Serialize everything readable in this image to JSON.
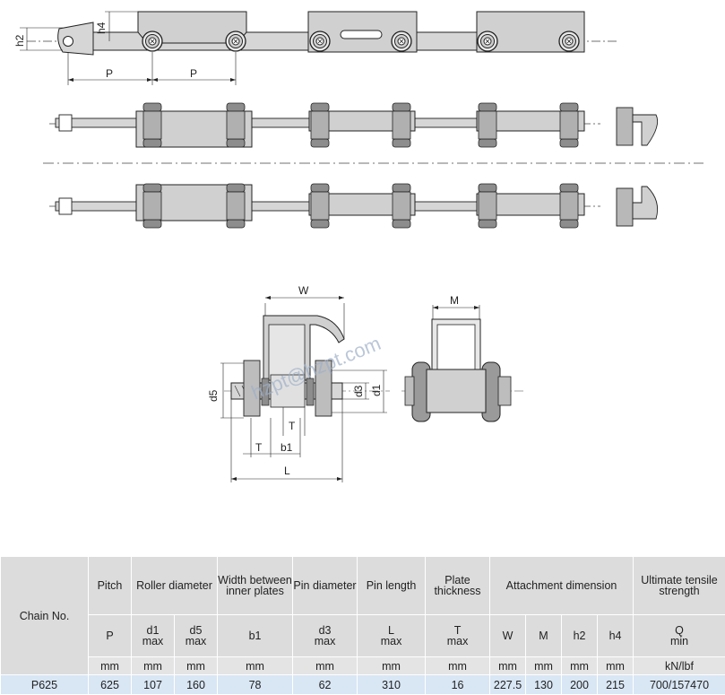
{
  "diagram": {
    "labels": {
      "h2": "h2",
      "h4": "h4",
      "p": "P",
      "w": "W",
      "m": "M",
      "d5": "d5",
      "d3": "d3",
      "d1": "d1",
      "t": "T",
      "b1": "b1",
      "l": "L"
    },
    "watermark": "hzpt@hzpt.com"
  },
  "table": {
    "row_header": "Chain No.",
    "columns": {
      "pitch": "Pitch",
      "roller": "Roller diameter",
      "width": "Width between inner plates",
      "pin_d": "Pin diameter",
      "pin_l": "Pin length",
      "plate": "Plate thickness",
      "attach": "Attachment dimension",
      "uts": "Ultimate tensile strength"
    },
    "symbols": {
      "p": "P",
      "d1": "d1",
      "d1_sub": "max",
      "d5": "d5",
      "d5_sub": "max",
      "b1": "b1",
      "d3": "d3",
      "d3_sub": "max",
      "l": "L",
      "l_sub": "max",
      "t": "T",
      "t_sub": "max",
      "w": "W",
      "m": "M",
      "h2": "h2",
      "h4": "h4",
      "q": "Q",
      "q_sub": "min"
    },
    "units": [
      "mm",
      "mm",
      "mm",
      "mm",
      "mm",
      "mm",
      "mm",
      "mm",
      "mm",
      "mm",
      "mm",
      "kN/lbf"
    ],
    "rows": [
      {
        "chain_no": "P625",
        "values": [
          "625",
          "107",
          "160",
          "78",
          "62",
          "310",
          "16",
          "227.5",
          "130",
          "200",
          "215",
          "700/157470"
        ]
      }
    ]
  }
}
